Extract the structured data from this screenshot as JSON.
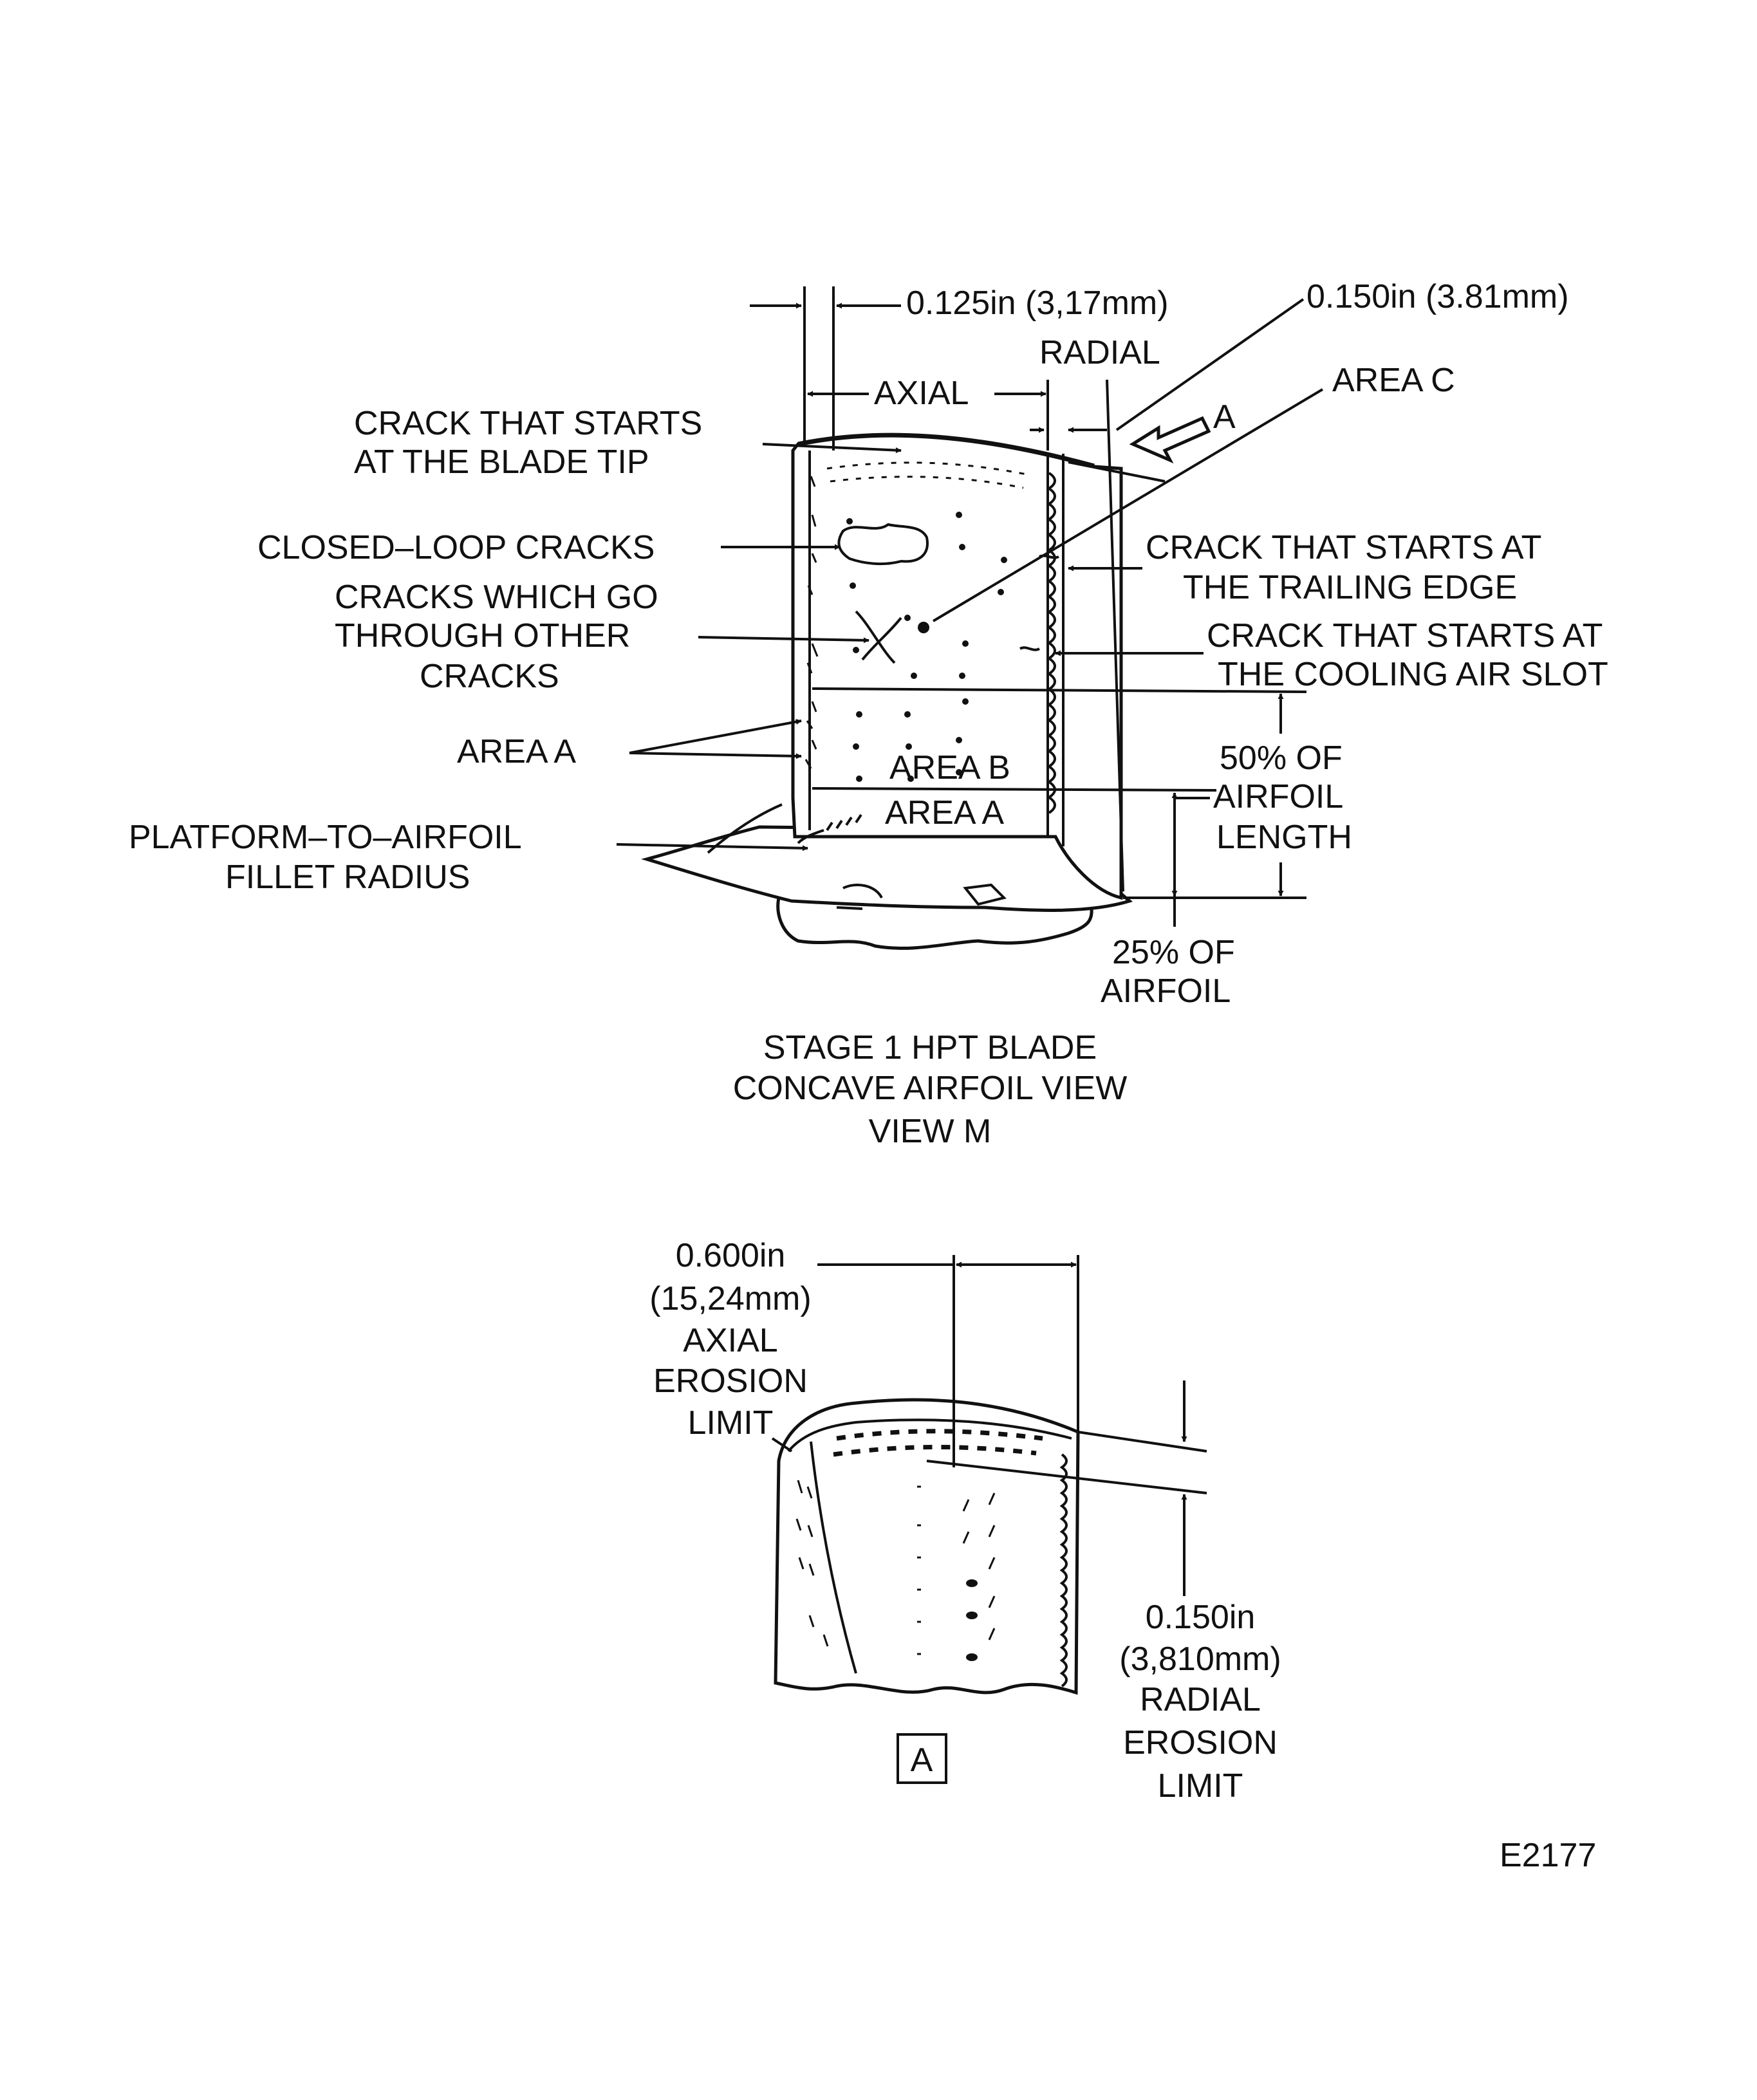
{
  "figure_id": "E2177",
  "view_m": {
    "title_line1": "STAGE 1 HPT BLADE",
    "title_line2": "CONCAVE AIRFOIL VIEW",
    "title_line3": "VIEW M",
    "dim_axial_value": "0.125in (3,17mm)",
    "dim_axial_label": "AXIAL",
    "dim_radial_value": "0.150in (3.81mm)",
    "dim_radial_label": "RADIAL",
    "view_arrow_label": "A",
    "area_c": "AREA C",
    "tip_crack": [
      "CRACK THAT STARTS",
      "AT THE BLADE TIP"
    ],
    "closed_loop": "CLOSED–LOOP CRACKS",
    "through_cracks": [
      "CRACKS WHICH GO",
      "THROUGH OTHER",
      "CRACKS"
    ],
    "trailing_edge_crack": [
      "CRACK THAT STARTS AT",
      "THE TRAILING EDGE"
    ],
    "cooling_slot_crack": [
      "CRACK THAT STARTS AT",
      "THE COOLING AIR SLOT"
    ],
    "area_a_left": "AREA A",
    "area_b": "AREA B",
    "area_a_inner": "AREA A",
    "fillet": [
      "PLATFORM–TO–AIRFOIL",
      "FILLET RADIUS"
    ],
    "pct50": [
      "50% OF",
      "AIRFOIL",
      "LENGTH"
    ],
    "pct25": [
      "25% OF",
      "AIRFOIL"
    ]
  },
  "detail_a": {
    "axial_limit": [
      "0.600in",
      "(15,24mm)",
      "AXIAL",
      "EROSION",
      "LIMIT"
    ],
    "radial_limit": [
      "0.150in",
      "(3,810mm)",
      "RADIAL",
      "EROSION",
      "LIMIT"
    ],
    "box_label": "A"
  }
}
